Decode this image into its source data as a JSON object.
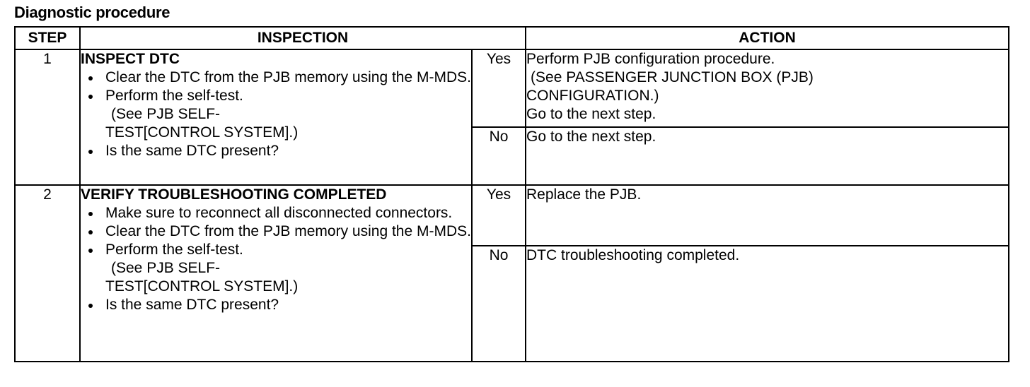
{
  "title": "Diagnostic procedure",
  "headers": {
    "step": "STEP",
    "inspection": "INSPECTION",
    "action": "ACTION"
  },
  "rows": [
    {
      "step": "1",
      "title": "INSPECT DTC",
      "bullets": [
        "Clear the DTC from the PJB memory using the M-MDS.",
        "Perform the self-test.",
        "Is the same DTC present?"
      ],
      "see_ref_1": "(See PJB SELF-",
      "see_ref_2": "TEST[CONTROL SYSTEM].)",
      "yes": {
        "label": "Yes",
        "action_line_1": "Perform PJB configuration procedure.",
        "action_line_2": "(See PASSENGER JUNCTION BOX (PJB)",
        "action_line_3": "CONFIGURATION.)",
        "action_line_4": "Go to the next step."
      },
      "no": {
        "label": "No",
        "action": "Go to the next step."
      }
    },
    {
      "step": "2",
      "title": "VERIFY TROUBLESHOOTING COMPLETED",
      "bullets": [
        "Make sure to reconnect all disconnected connectors.",
        "Clear the DTC from the PJB memory using the M-MDS.",
        "Perform the self-test.",
        "Is the same DTC present?"
      ],
      "see_ref_1": "(See PJB SELF-",
      "see_ref_2": "TEST[CONTROL SYSTEM].)",
      "yes": {
        "label": "Yes",
        "action": "Replace the PJB."
      },
      "no": {
        "label": "No",
        "action": "DTC troubleshooting completed."
      }
    }
  ]
}
